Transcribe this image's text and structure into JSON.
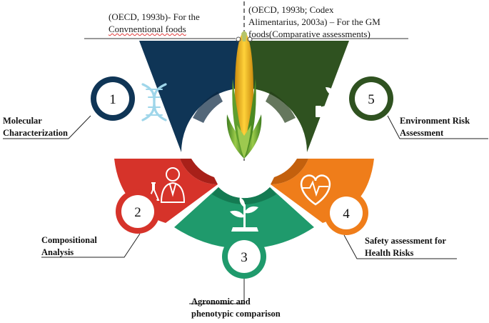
{
  "captions": {
    "left": {
      "line1": "(OECD, 1993b)- For the",
      "line2": "Convnentional foods"
    },
    "right": {
      "line1": "(OECD, 1993b; Codex",
      "line2": "Alimentarius, 2003a) – For the GM",
      "line3": "foods(Comparative assessments)"
    }
  },
  "steps": [
    {
      "number": "1",
      "label_line1": "Molecular",
      "label_line2": "Characterization",
      "color": "#0f3556",
      "icon": "dna-icon"
    },
    {
      "number": "2",
      "label_line1": "Compositional",
      "label_line2": "Analysis",
      "color": "#d6332a",
      "icon": "scientist-icon"
    },
    {
      "number": "3",
      "label_line1": "Agronomic and",
      "label_line2": "phenotypic comparison",
      "color": "#1f9a6c",
      "icon": "sprout-icon"
    },
    {
      "number": "4",
      "label_line1": "Safety assessment for",
      "label_line2": "Health Risks",
      "color": "#ef7d1a",
      "icon": "heart-pulse-icon"
    },
    {
      "number": "5",
      "label_line1": "Environment Risk",
      "label_line2": "Assessment",
      "color": "#2f5220",
      "icon": "hand-plant-icon"
    }
  ],
  "center_icon": "corn-cob-icon"
}
